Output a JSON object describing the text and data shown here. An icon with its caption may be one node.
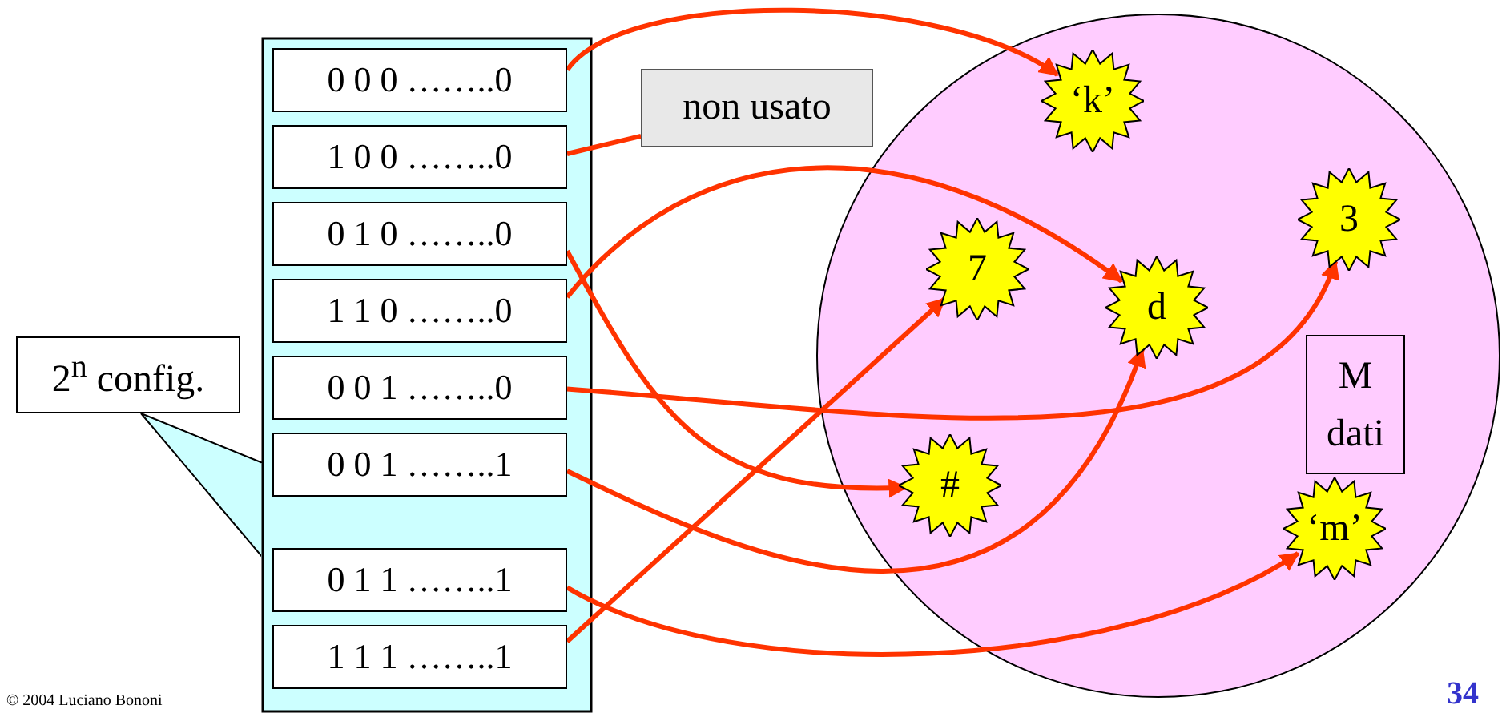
{
  "diagram": {
    "nodes": [
      {
        "text": [
          "2$^{n}$ config."
        ]
      },
      {
        "text": [],
        "shape": "box"
      },
      {
        "text": [
          "0 0 0 ……..0"
        ],
        "in": 1
      },
      {
        "text": [
          "1 0 0 ……..0"
        ],
        "in": 1
      },
      {
        "text": [
          "0 1 0 ……..0"
        ],
        "in": 1
      },
      {
        "text": [
          "1 1 0 ……..0"
        ],
        "in": 1
      },
      {
        "text": [
          "0 0 1 ……..0"
        ],
        "in": 1
      },
      {
        "text": [
          "0 0 1 ……..1"
        ],
        "in": 1
      },
      {
        "text": [
          "0 1 1 ……..1"
        ],
        "in": 1
      },
      {
        "text": [
          "1 1 1 ……..1"
        ],
        "in": 1
      },
      {
        "text": [
          "non usato"
        ]
      },
      {
        "text": [],
        "shape": "circle"
      },
      {
        "text": [
          "‘k’"
        ],
        "in": 11
      },
      {
        "text": [
          "3"
        ],
        "in": 11
      },
      {
        "text": [
          "7"
        ],
        "in": 11
      },
      {
        "text": [
          "d"
        ],
        "in": 11
      },
      {
        "text": [
          "M dati"
        ],
        "in": 11
      },
      {
        "text": [
          "#"
        ],
        "in": 11
      },
      {
        "text": [
          "‘m’"
        ],
        "in": 11
      }
    ],
    "edges": [
      {
        "from": 2,
        "to": 12,
        "arrow": "to"
      },
      {
        "from": 3,
        "to": 10,
        "arrow": "none"
      },
      {
        "from": 4,
        "to": 17,
        "arrow": "to"
      },
      {
        "from": 5,
        "to": 15,
        "arrow": "to"
      },
      {
        "from": 6,
        "to": 13,
        "arrow": "to"
      },
      {
        "from": 7,
        "to": 15,
        "arrow": "to"
      },
      {
        "from": 8,
        "to": 18,
        "arrow": "to"
      },
      {
        "from": 9,
        "to": 14,
        "arrow": "to"
      }
    ],
    "labels": [
      "© 2004 Luciano Bononi",
      "34"
    ]
  }
}
